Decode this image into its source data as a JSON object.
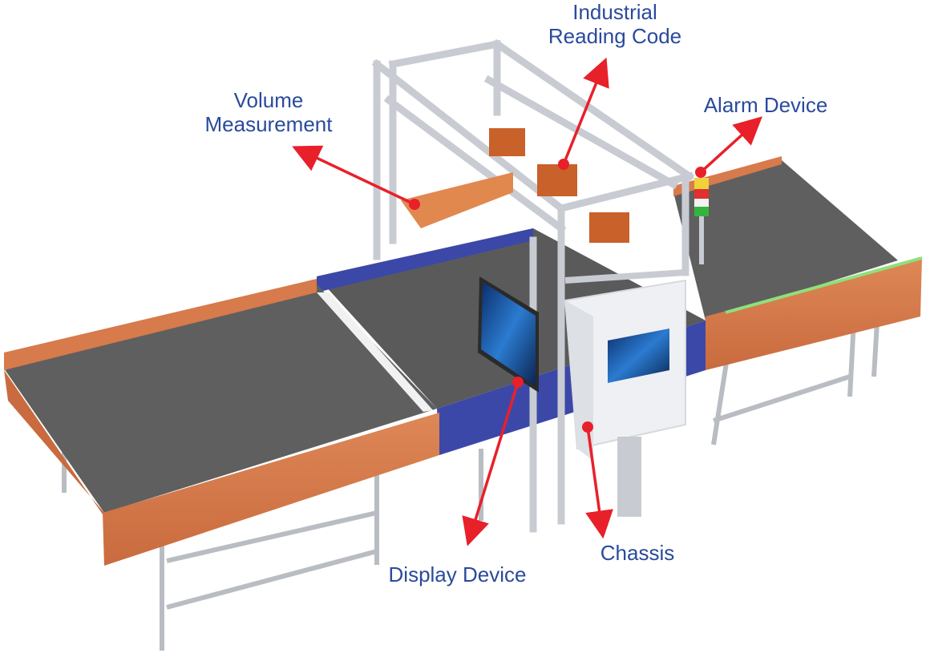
{
  "labels": {
    "industrial_reading_code": [
      "Industrial",
      "Reading Code"
    ],
    "volume_measurement": [
      "Volume",
      "Measurement"
    ],
    "alarm_device": "Alarm Device",
    "display_device": "Display Device",
    "chassis": "Chassis"
  },
  "colors": {
    "label_text": "#2a4a9c",
    "arrow": "#e8202a",
    "belt": "#5f5f5f",
    "side_panel": "#d77a4c",
    "blue_panel": "#3c48a8",
    "frame": "#c8ccd2",
    "cabinet": "#eef0f3",
    "camera": "#c8612a",
    "screen": "#1d5aa8"
  },
  "icons": {
    "alarm_lamp": "tower-light-icon",
    "screen": "monitor-icon"
  }
}
